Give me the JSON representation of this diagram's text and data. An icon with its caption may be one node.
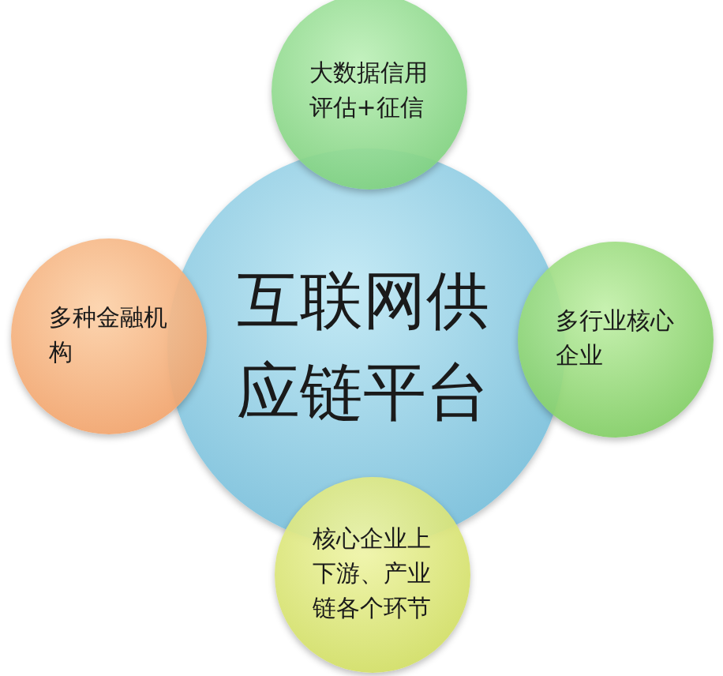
{
  "diagram": {
    "nodes": [
      {
        "text": [
          "大数据信用评估+征信"
        ]
      },
      {
        "text": [
          "多种金融机构"
        ]
      },
      {
        "text": [
          "互联网供应链平台"
        ]
      },
      {
        "text": [
          "多行业核心企业"
        ]
      },
      {
        "text": [
          "核心企业上下游、产业链各个环节"
        ]
      }
    ]
  }
}
